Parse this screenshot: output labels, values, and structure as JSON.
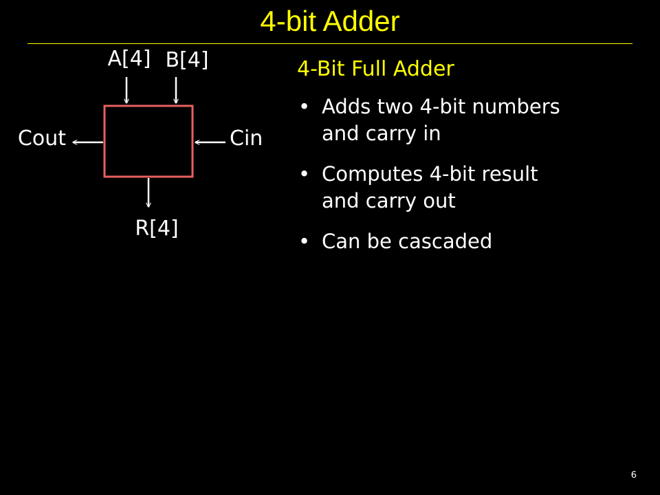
{
  "slide": {
    "title": "4-bit Adder",
    "page_number": "6"
  },
  "colors": {
    "background": "#000000",
    "title": "#ffff00",
    "heading": "#ffff00",
    "text": "#ffffff",
    "box_stroke": "#e86060",
    "arrow": "#ffffff"
  },
  "diagram": {
    "inputs": {
      "a_label": "A[4]",
      "b_label": "B[4]",
      "cin_label": "Cin"
    },
    "outputs": {
      "cout_label": "Cout",
      "r_label": "R[4]"
    }
  },
  "content": {
    "heading": "4-Bit Full Adder",
    "bullets": [
      [
        "Adds two 4-bit numbers",
        "and carry in"
      ],
      [
        "Computes 4-bit result",
        "and carry out"
      ],
      [
        "Can be cascaded"
      ]
    ]
  }
}
